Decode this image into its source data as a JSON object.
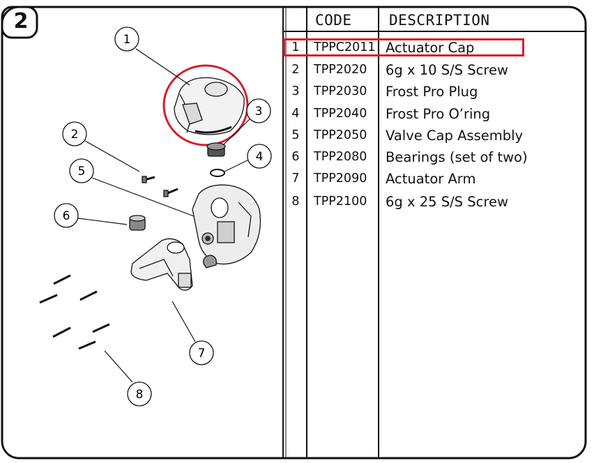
{
  "section_number": "2",
  "table": {
    "headers": {
      "code": "CODE",
      "description": "DESCRIPTION"
    },
    "rows": [
      {
        "num": "1",
        "code": "TPPC2011",
        "description": "Actuator Cap"
      },
      {
        "num": "2",
        "code": "TPP2020",
        "description": "6g x 10 S/S Screw"
      },
      {
        "num": "3",
        "code": "TPP2030",
        "description": "Frost Pro Plug"
      },
      {
        "num": "4",
        "code": "TPP2040",
        "description": "Frost Pro O’ring"
      },
      {
        "num": "5",
        "code": "TPP2050",
        "description": "Valve Cap Assembly"
      },
      {
        "num": "6",
        "code": "TPP2080",
        "description": "Bearings (set of two)"
      },
      {
        "num": "7",
        "code": "TPP2090",
        "description": "Actuator Arm"
      },
      {
        "num": "8",
        "code": "TPP2100",
        "description": "6g x 25 S/S Screw"
      }
    ],
    "highlighted_row": "1"
  },
  "diagram": {
    "callouts": [
      "1",
      "2",
      "3",
      "4",
      "5",
      "6",
      "7",
      "8"
    ]
  },
  "colors": {
    "highlight": "#d3202a",
    "line": "#111111"
  }
}
